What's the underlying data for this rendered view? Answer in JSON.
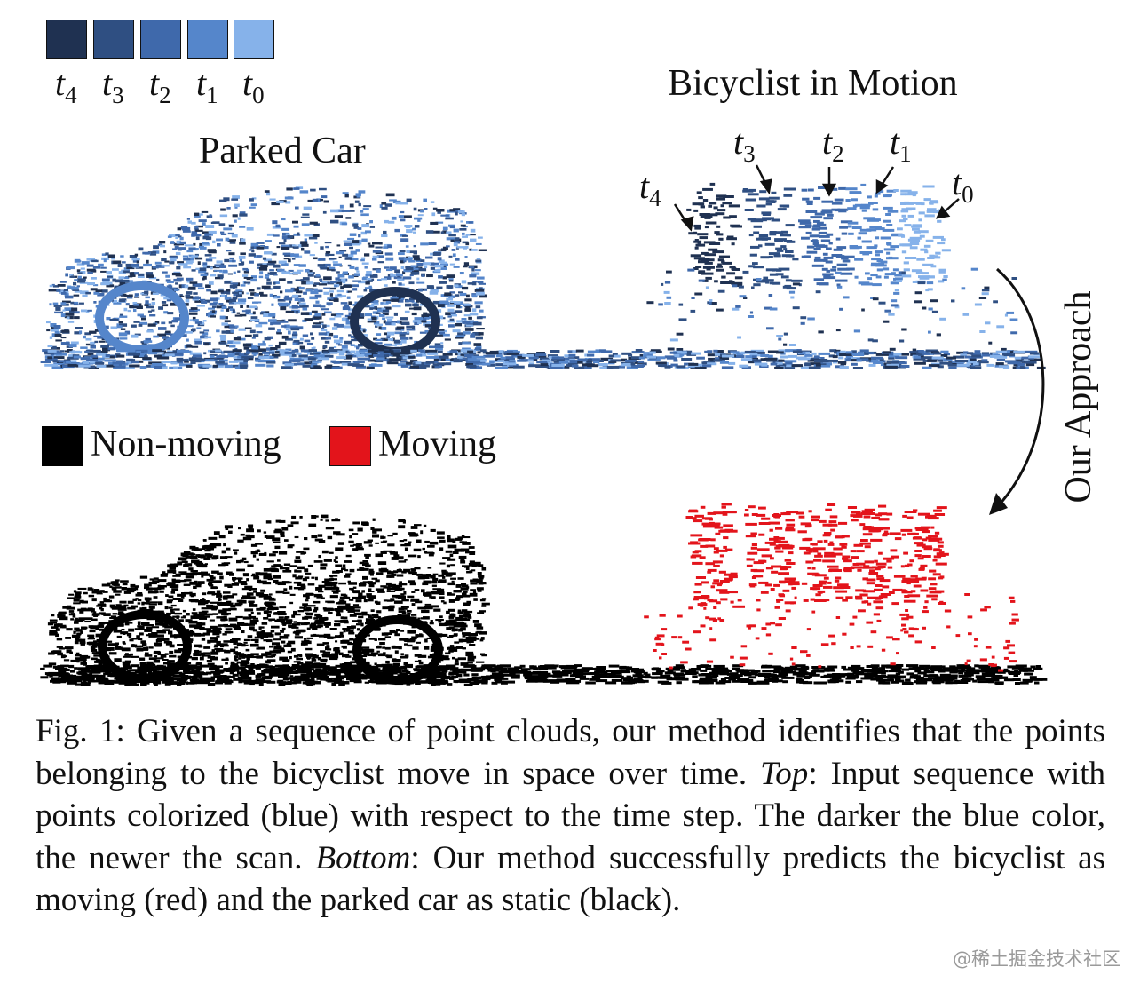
{
  "time_legend": {
    "colors": [
      "#1f3151",
      "#2f4f82",
      "#3f69ab",
      "#5586cb",
      "#86b2ea"
    ],
    "labels": [
      "t4",
      "t3",
      "t2",
      "t1",
      "t0"
    ],
    "parts": [
      {
        "base": "t",
        "sub": "4"
      },
      {
        "base": "t",
        "sub": "3"
      },
      {
        "base": "t",
        "sub": "2"
      },
      {
        "base": "t",
        "sub": "1"
      },
      {
        "base": "t",
        "sub": "0"
      }
    ]
  },
  "top_panel": {
    "car_label": "Parked Car",
    "bicyclist_label": "Bicyclist in Motion",
    "time_annotations": [
      {
        "base": "t",
        "sub": "3"
      },
      {
        "base": "t",
        "sub": "2"
      },
      {
        "base": "t",
        "sub": "1"
      },
      {
        "base": "t",
        "sub": "4"
      },
      {
        "base": "t",
        "sub": "0"
      }
    ]
  },
  "arrow_label": "Our Approach",
  "class_legend": {
    "non_moving_label": "Non-moving",
    "non_moving_color": "#000000",
    "moving_label": "Moving",
    "moving_color": "#e3141b"
  },
  "caption": {
    "prefix": "Fig. 1: Given a sequence of point clouds, our method identifies that the points belonging to the bicyclist move in space over time.",
    "top_label": "Top",
    "mid": ": Input sequence with points colorized (blue) with respect to the time step. The darker the blue color, the newer the scan.",
    "bottom_label": "Bottom",
    "suffix": ": Our method successfully predicts the bicyclist as moving (red) and the parked car as static (black)."
  },
  "watermark": "@稀土掘金技术社区"
}
